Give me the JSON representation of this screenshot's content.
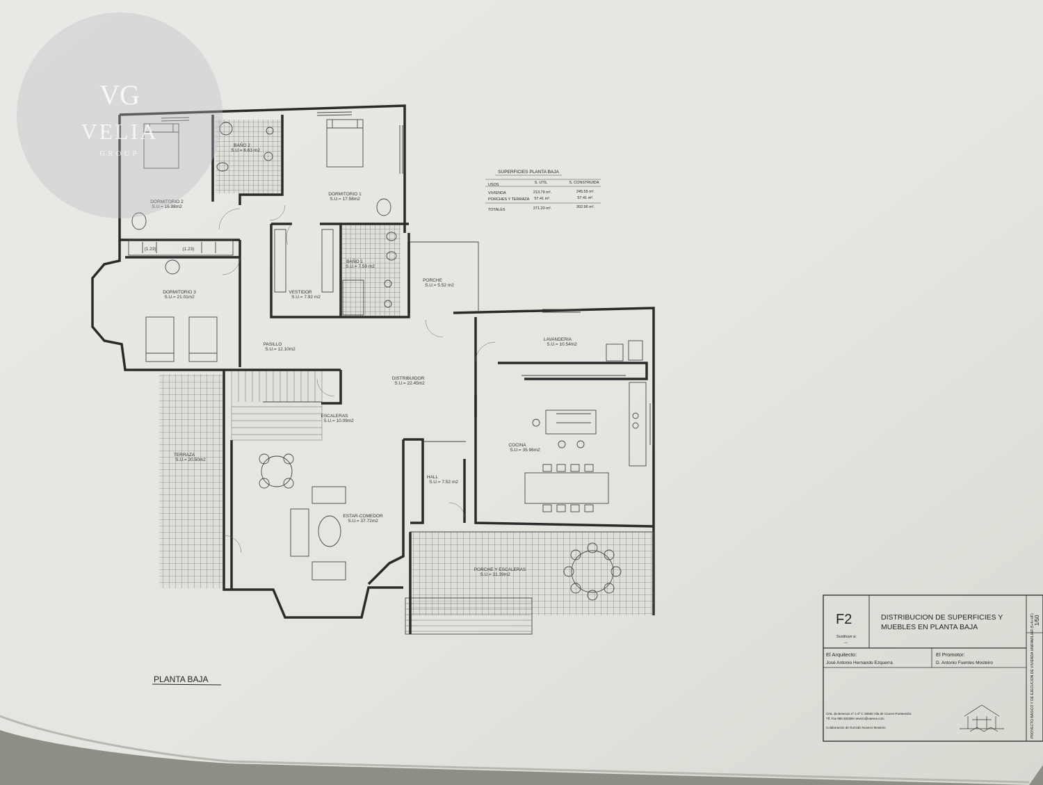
{
  "watermark": {
    "monogram": "VG",
    "brand": "VELIA",
    "sub": "GROUP"
  },
  "rooms": {
    "dorm2": {
      "name": "DORMITORIO 2",
      "area": "S.U.= 16.98m2"
    },
    "bano2": {
      "name": "BAÑO 2",
      "area": "S.U.= 6.63 m2"
    },
    "dorm1": {
      "name": "DORMITORIO 1",
      "area": "S.U.= 17.58m2"
    },
    "dorm3": {
      "name": "DORMITORIO 3",
      "area": "S.U.= 21.01m2"
    },
    "vestidor": {
      "name": "VESTIDOR",
      "area": "S.U.= 7.92 m2"
    },
    "bano1": {
      "name": "BAÑO 1",
      "area": "S.U.= 7.59 m2"
    },
    "porche": {
      "name": "PORCHE",
      "area": "S.U.= 5.52 m2"
    },
    "pasillo": {
      "name": "PASILLO",
      "area": "S.U.= 12.10m2"
    },
    "distribuidor": {
      "name": "DISTRIBUIDOR",
      "area": "S.U.= 22.45m2"
    },
    "lavanderia": {
      "name": "LAVANDERIA",
      "area": "S.U.= 10.54m2"
    },
    "escaleras": {
      "name": "ESCALERAS",
      "area": "S.U.= 10.09m2"
    },
    "cocina": {
      "name": "COCINA",
      "area": "S.U.= 35.96m2"
    },
    "terraza": {
      "name": "TERRAZA",
      "area": "S.U.= 20.50m2"
    },
    "hall": {
      "name": "HALL",
      "area": "S.U.= 7.52 m2"
    },
    "estar": {
      "name": "ESTAR-COMEDOR",
      "area": "S.U.= 37.72m2"
    },
    "porche_esc": {
      "name": "PORCHE Y ESCALERAS",
      "area": "S.U.= 31.39m2"
    },
    "closet_a": "(1.23)",
    "closet_b": "(1.23)"
  },
  "surfaces_table": {
    "title": "SUPERFICIES PLANTA BAJA",
    "headers": [
      "USOS",
      "S. UTIL",
      "S. CONSTRUIDA"
    ],
    "rows": [
      [
        "VIVIENDA",
        "213.79 m².",
        "245.55 m²."
      ],
      [
        "PORCHES Y TERRAZA",
        "57.41 m².",
        "57.41 m²."
      ]
    ],
    "totals": [
      "TOTALES",
      "271.20 m².",
      "302.96 m²."
    ]
  },
  "plan_title": "PLANTA BAJA",
  "title_block": {
    "sheet_code": "F2",
    "substitutes": "Sustituye a:",
    "substitutes_value": "---",
    "title_line1": "DISTRIBUCION DE SUPERFICIES Y",
    "title_line2": "MUEBLES EN PLANTA BAJA",
    "scale": "1/50",
    "architect_label": "El Arquitecto:",
    "architect_name": "José Antonio Hernando Ezquerra",
    "promoter_label": "El Promotor:",
    "promoter_name": "D. Antonio Fuentes Mosteiro",
    "address": "Crta. de Besexos nº 1-2º C      36590 Vila de Cruces-Pontevedra",
    "phone": "Tlf. Fax 986 582390                nevezo@vareva.com",
    "collab": "Colaboración de Gonzalo Novezo Mosteiro",
    "project_vertical": "PROYECTO BASICO Y DE EJECUCION DE VIVIENDA UNIFAMILIAR (5+6+UF)"
  },
  "colors": {
    "paper": "#e4e3dc",
    "ink": "#2a2a2a",
    "background": "#8f8e86"
  }
}
